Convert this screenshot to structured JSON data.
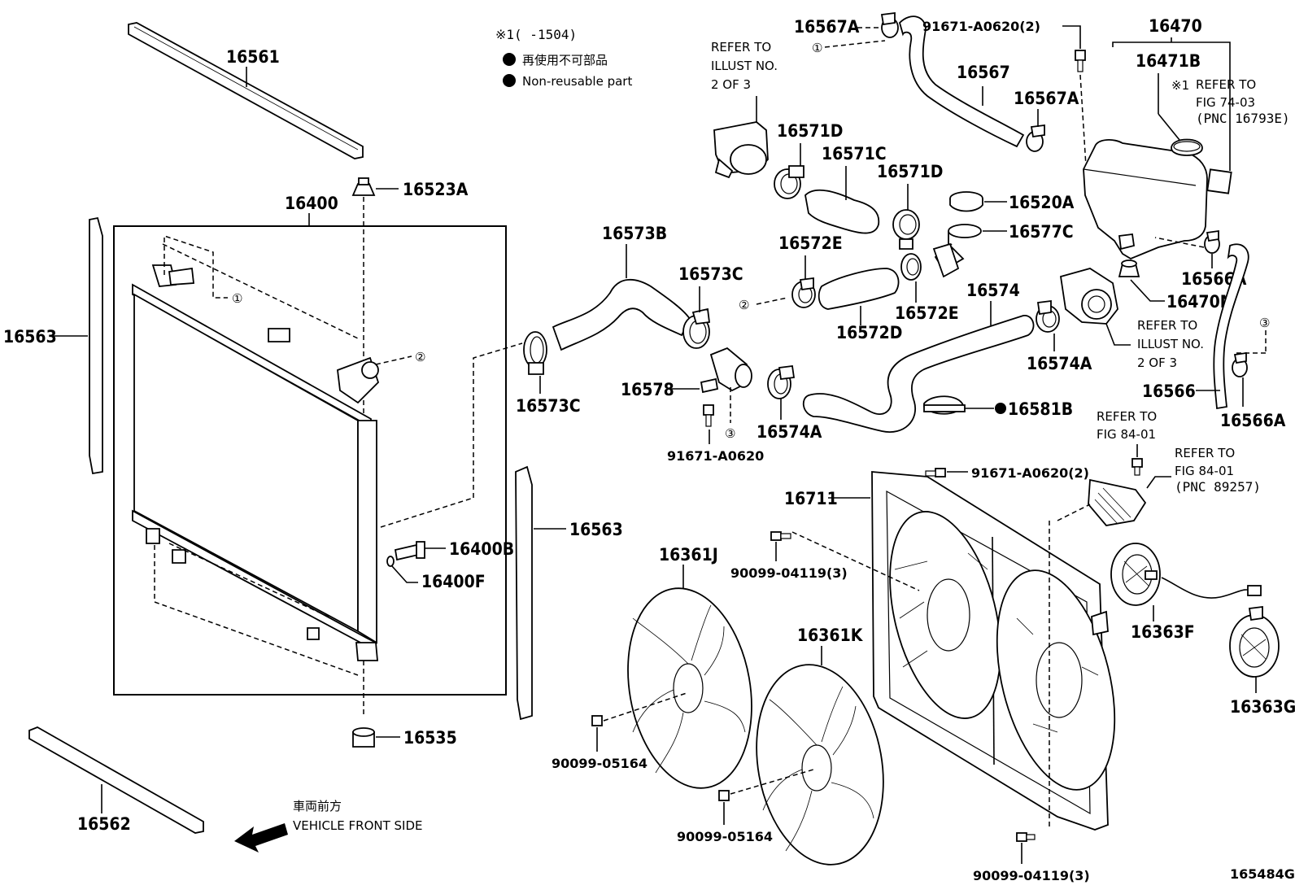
{
  "legend": {
    "note_line": "※1(     -1504)",
    "item_jp": "再使用不可部品",
    "item_en": "Non-reusable part"
  },
  "front": {
    "jp": "車両前方",
    "en": "VEHICLE FRONT SIDE"
  },
  "figure_code": "165484G",
  "refs": {
    "illust_a": [
      "REFER TO",
      "ILLUST NO.",
      "2 OF 3"
    ],
    "illust_b": [
      "REFER TO",
      "ILLUST NO.",
      "2 OF 3"
    ],
    "fig7403": [
      "REFER TO",
      "FIG 74-03",
      "(PNC 16793E)"
    ],
    "fig8401a": [
      "REFER TO",
      "FIG 84-01"
    ],
    "fig8401b": [
      "REFER TO",
      "FIG 84-01",
      "(PNC 89257)"
    ]
  },
  "star_note": "※1",
  "callouts": [
    "①",
    "②",
    "③"
  ],
  "parts": {
    "p16561": "16561",
    "p16523A": "16523A",
    "p16400": "16400",
    "p16563a": "16563",
    "p16563b": "16563",
    "p16400B": "16400B",
    "p16400F": "16400F",
    "p16535": "16535",
    "p16562": "16562",
    "p16573B": "16573B",
    "p16573Ca": "16573C",
    "p16573Cb": "16573C",
    "p16578": "16578",
    "p91671a": "91671-A0620",
    "p16574Aa": "16574A",
    "p16571D_a": "16571D",
    "p16571C": "16571C",
    "p16571D_b": "16571D",
    "p16572E_a": "16572E",
    "p16572D": "16572D",
    "p16572E_b": "16572E",
    "p16567A_a": "16567A",
    "p16567": "16567",
    "p16567A_b": "16567A",
    "p91671b": "91671-A0620(2)",
    "p16470": "16470",
    "p16471B": "16471B",
    "p16520A": "16520A",
    "p16577C": "16577C",
    "p16574": "16574",
    "p16574Ab": "16574A",
    "p16581B": "16581B",
    "p16566A_a": "16566A",
    "p16470M": "16470M",
    "p16566": "16566",
    "p16566A_b": "16566A",
    "p91671c": "91671-A0620(2)",
    "p16711": "16711",
    "p90099_04119a": "90099-04119(3)",
    "p16361J": "16361J",
    "p16361K": "16361K",
    "p90099_05164a": "90099-05164",
    "p90099_05164b": "90099-05164",
    "p16363F": "16363F",
    "p16363G": "16363G",
    "p90099_04119b": "90099-04119(3)"
  }
}
